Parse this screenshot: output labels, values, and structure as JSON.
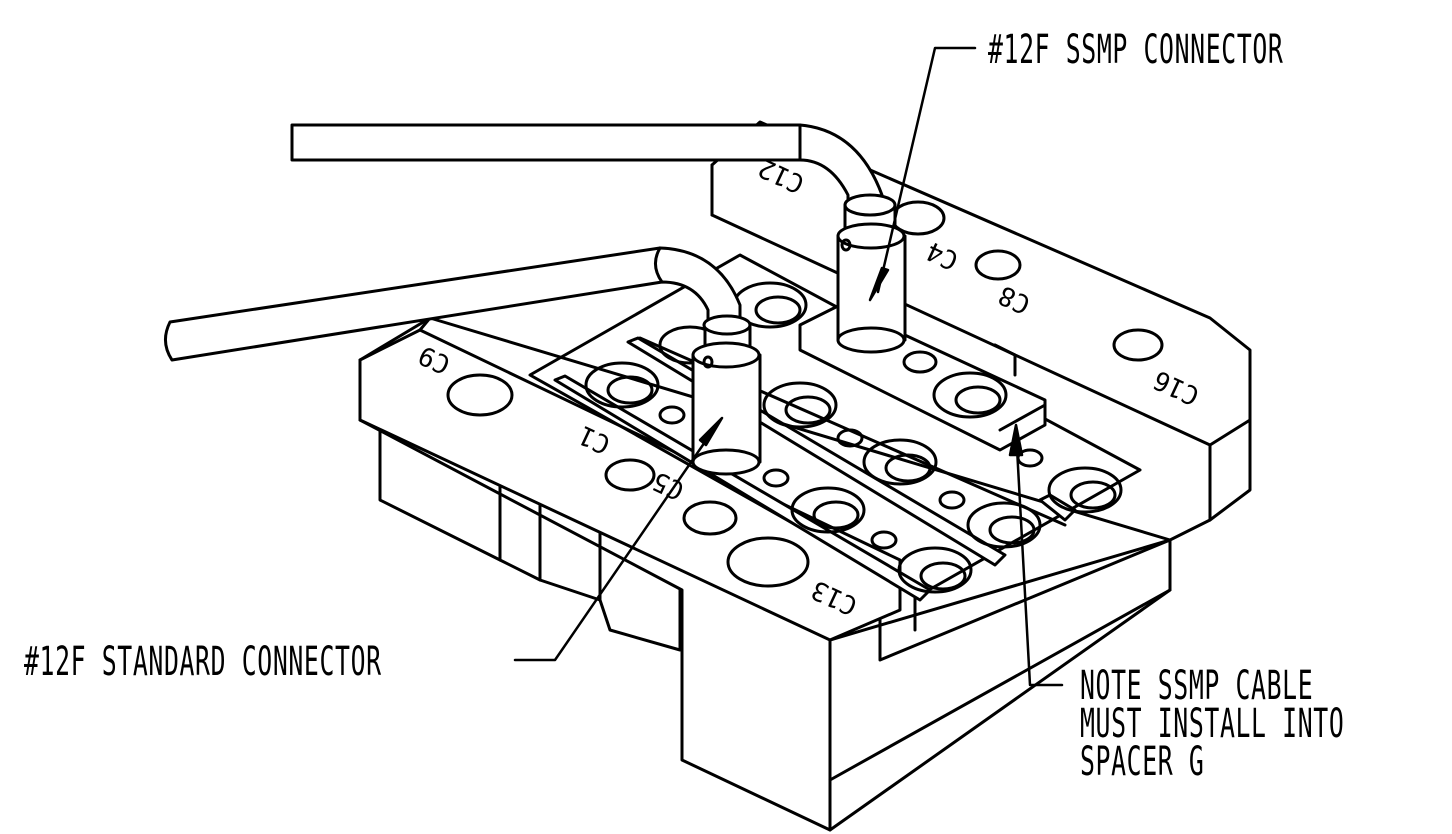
{
  "callouts": {
    "ssmp_connector": "#12F SSMP CONNECTOR",
    "standard_connector": "#12F STANDARD CONNECTOR",
    "note_line1": "NOTE SSMP CABLE",
    "note_line2": "MUST INSTALL INTO",
    "note_line3": "SPACER G"
  },
  "cavity_labels": {
    "c9": "C9",
    "c1": "C1",
    "c5": "C5",
    "c13": "C13",
    "c4": "C4",
    "c8": "C8",
    "c16": "C16",
    "c12": "C12"
  },
  "colors": {
    "line": "#000000",
    "fill": "#ffffff"
  }
}
